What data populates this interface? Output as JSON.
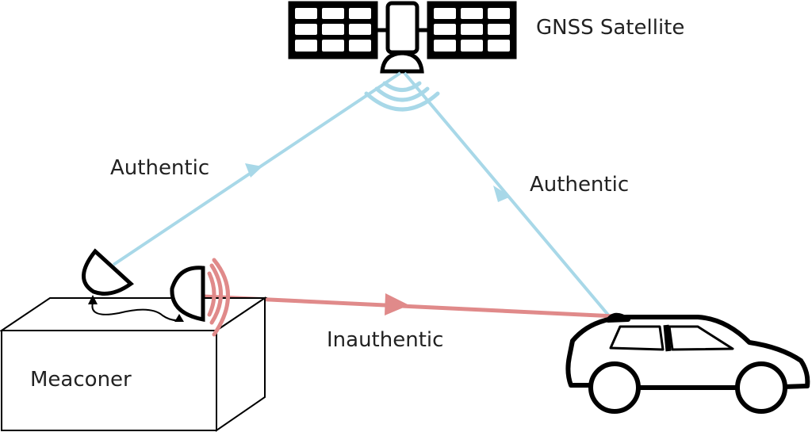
{
  "labels": {
    "satellite": "GNSS Satellite",
    "authentic_left": "Authentic",
    "authentic_right": "Authentic",
    "inauthentic": "Inauthentic",
    "meaconer": "Meaconer"
  },
  "colors": {
    "authentic_signal": "#a8d8e8",
    "inauthentic_signal": "#e08a8a",
    "outline": "#000000",
    "text": "#222222"
  },
  "icons": [
    "satellite-icon",
    "dish-antenna-icon",
    "car-icon",
    "box-icon"
  ]
}
